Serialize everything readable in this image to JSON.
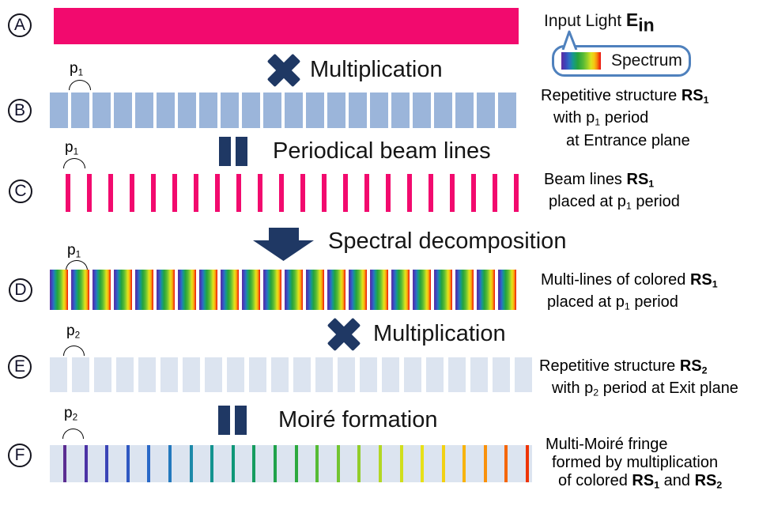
{
  "badges": [
    "A",
    "B",
    "C",
    "D",
    "E",
    "F"
  ],
  "period_labels": {
    "p1": {
      "base": "p",
      "sub": "1"
    },
    "p2": {
      "base": "p",
      "sub": "2"
    }
  },
  "operators": {
    "multiplication1": {
      "label": "Multiplication"
    },
    "periodical_beam_lines": {
      "label": "Periodical beam lines"
    },
    "spectral_decomposition": {
      "label": "Spectral decomposition"
    },
    "multiplication2": {
      "label": "Multiplication"
    },
    "moire_formation": {
      "label": "Moiré formation"
    }
  },
  "legend": {
    "input_light": {
      "pre": "Input Light ",
      "symbol": "E",
      "sub": "in"
    },
    "spectrum_label": "Spectrum"
  },
  "side_labels": {
    "b": {
      "l1a": "Repetitive structure ",
      "l1b": "RS",
      "l1bsub": "1",
      "l2a": "with p",
      "l2asub": "1",
      "l2b": " period",
      "l3": "at Entrance plane"
    },
    "c": {
      "l1a": "Beam lines ",
      "l1b": "RS",
      "l1bsub": "1",
      "l2a": "placed at p",
      "l2asub": "1",
      "l2b": " period"
    },
    "d": {
      "l1a": "Multi-lines of colored ",
      "l1b": "RS",
      "l1bsub": "1",
      "l2a": "placed at p",
      "l2asub": "1",
      "l2b": " period"
    },
    "e": {
      "l1a": "Repetitive structure ",
      "l1b": "RS",
      "l1bsub": "2",
      "l2a": "with p",
      "l2asub": "2",
      "l2b": " period at Exit plane"
    },
    "f": {
      "l1": "Multi-Moiré fringe",
      "l2": "formed by multiplication",
      "l3a": "of colored ",
      "l3b": "RS",
      "l3bsub": "1",
      "l3c": " and ",
      "l3d": "RS",
      "l3dsub": "2"
    }
  },
  "rows": {
    "a": {
      "type": "bar",
      "color": "#F20A6E"
    },
    "b": {
      "type": "blocks",
      "count": 22,
      "w": 23,
      "gap": 4,
      "color": "#9BB5DA",
      "item_name": "rs1-block"
    },
    "c": {
      "type": "lines",
      "count": 22,
      "w": 6,
      "gap": 21,
      "color": "#F20A6E",
      "item_name": "beam-line"
    },
    "d": {
      "type": "blocks",
      "count": 22,
      "w": 23,
      "gap": 4,
      "rainbow": true,
      "item_name": "colored-rs1-block"
    },
    "e": {
      "type": "blocks",
      "count": 22,
      "w": 22,
      "gap": 6,
      "color": "#DCE4F0",
      "item_name": "rs2-block"
    },
    "f": {
      "type": "lines",
      "count": 23,
      "w": 4,
      "gap": 22.6,
      "item_name": "moire-line",
      "colors": [
        "#5B2D91",
        "#4B32A5",
        "#3A44B6",
        "#2F58C2",
        "#2968C7",
        "#2379BE",
        "#1C89A9",
        "#13938F",
        "#0F9778",
        "#169C5F",
        "#20A24B",
        "#2CA93E",
        "#55BB34",
        "#72C430",
        "#92CD2A",
        "#B3D723",
        "#D0DE1D",
        "#E7E018",
        "#F2D114",
        "#F7B30F",
        "#F9910B",
        "#F56607",
        "#EE3404"
      ]
    }
  },
  "colors": {
    "input_pink": "#F20A6E",
    "operator_navy": "#1F3864",
    "rs1_blue": "#9BB5DA",
    "rs2_light": "#DCE4F0",
    "bubble_border": "#4F81BD"
  },
  "spectrum_stops": [
    "#5F2DA0",
    "#3C44BA",
    "#2E6EC6",
    "#159A8A",
    "#27A33C",
    "#55B936",
    "#8FCE2C",
    "#DBE21E",
    "#F6C713",
    "#F68D0D",
    "#F23C0B",
    "#E91212"
  ]
}
